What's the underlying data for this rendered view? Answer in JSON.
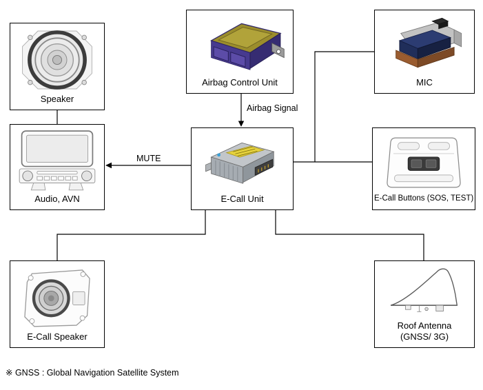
{
  "nodes": {
    "speaker": {
      "label": "Speaker"
    },
    "airbag_control_unit": {
      "label": "Airbag Control Unit"
    },
    "mic": {
      "label": "MIC"
    },
    "audio_avn": {
      "label": "Audio, AVN"
    },
    "ecall_unit": {
      "label": "E-Call Unit"
    },
    "ecall_buttons": {
      "label": "E-Call Buttons (SOS, TEST)"
    },
    "ecall_speaker": {
      "label": "E-Call Speaker"
    },
    "roof_antenna": {
      "label_line1": "Roof Antenna",
      "label_line2": "(GNSS/ 3G)"
    }
  },
  "edges": [
    {
      "id": "airbag-to-ecall",
      "from": "airbag_control_unit",
      "to": "ecall_unit",
      "label": "Airbag Signal",
      "arrow": true
    },
    {
      "id": "ecall-to-audio",
      "from": "ecall_unit",
      "to": "audio_avn",
      "label": "MUTE",
      "arrow": true
    },
    {
      "id": "speaker-to-audio",
      "from": "speaker",
      "to": "audio_avn",
      "label": "",
      "arrow": false
    },
    {
      "id": "mic-to-ecall",
      "from": "mic",
      "to": "ecall_unit",
      "label": "",
      "arrow": false
    },
    {
      "id": "buttons-to-ecall",
      "from": "ecall_buttons",
      "to": "ecall_unit",
      "label": "",
      "arrow": false
    },
    {
      "id": "espeaker-to-ecall",
      "from": "ecall_speaker",
      "to": "ecall_unit",
      "label": "",
      "arrow": false
    },
    {
      "id": "antenna-to-ecall",
      "from": "roof_antenna",
      "to": "ecall_unit",
      "label": "",
      "arrow": false
    }
  ],
  "footnote": "※ GNSS : Global Navigation Satellite System",
  "colors": {
    "line": "#000000",
    "box_border": "#000000",
    "airbag_body_purple": "#473a8f",
    "airbag_top_olive": "#9b8d2c",
    "ecall_label_yellow": "#e6d23c",
    "mic_body_navy": "#2c3c72",
    "mic_base_copper": "#9a5c30",
    "button_module_dark": "#3a3a3a"
  }
}
